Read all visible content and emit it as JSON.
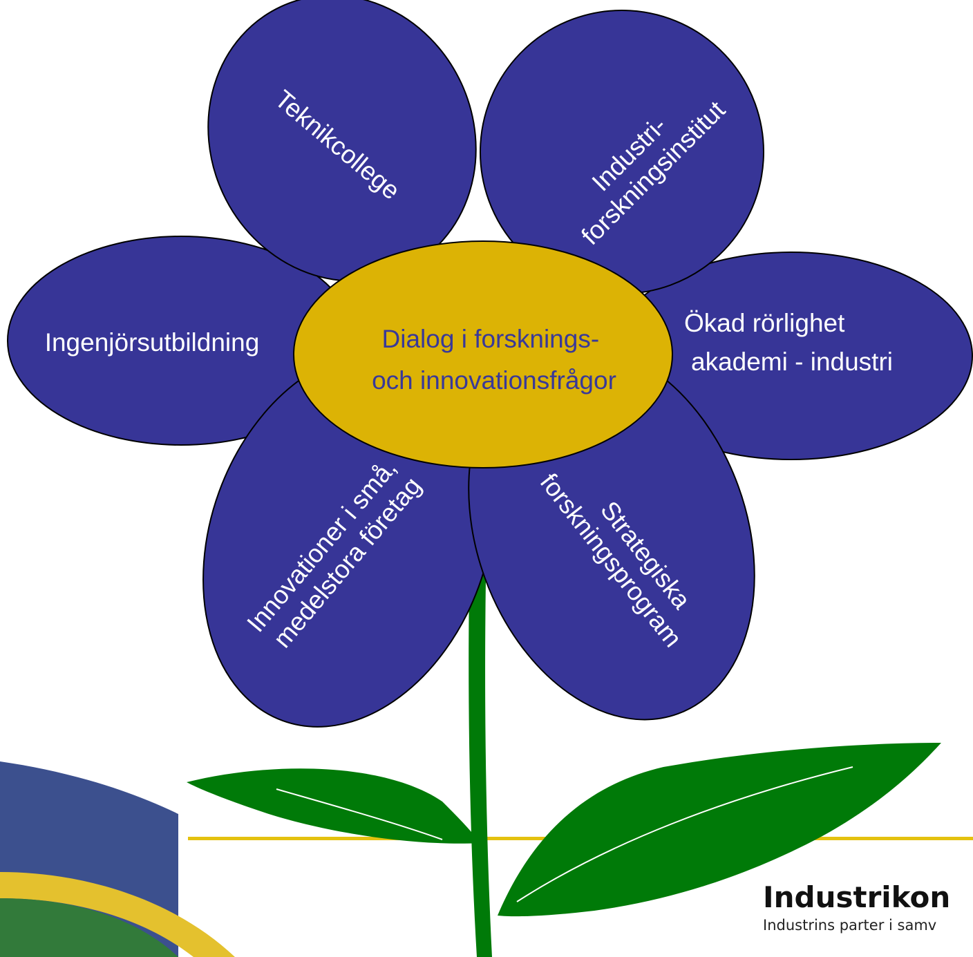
{
  "colors": {
    "petal": "#373597",
    "center": "#dcb305",
    "stem": "#007a08",
    "logo_blue": "#3c508e",
    "logo_yellow": "#e4c12e",
    "logo_green": "#327a3a",
    "rule": "#e4c10f"
  },
  "center": {
    "line1": "Dialog i forsknings-",
    "line2": "och innovationsfrågor"
  },
  "petals": {
    "teknik": {
      "line1": "Teknikcollege"
    },
    "industri": {
      "line1": "Industri-",
      "line2": "forskningsinstitut"
    },
    "ingenjor": {
      "line1": "Ingenjörsutbildning"
    },
    "rorlighet": {
      "line1": "Ökad rörlighet",
      "line2": "akademi - industri"
    },
    "innovation": {
      "line1": "Innovationer i små,",
      "line2": "medelstora företag"
    },
    "strategi": {
      "line1": "Strategiska",
      "line2": "forskningsprogram"
    }
  },
  "logo": {
    "name": "Industrikon",
    "tagline": "Industrins parter i samv"
  }
}
